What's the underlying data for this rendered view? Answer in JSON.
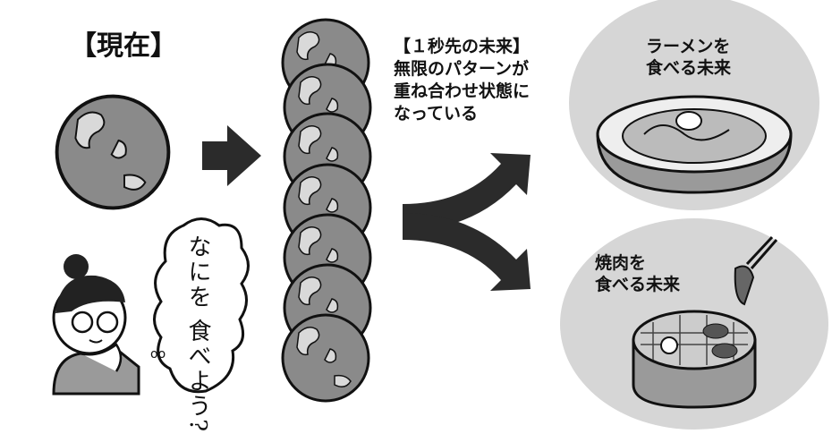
{
  "present_label": "【現在】",
  "future_description": {
    "line1": "【１秒先の未来】",
    "line2": "無限のパターンが",
    "line3": "重ね合わせ状態に",
    "line4": "なっている"
  },
  "outcomes": [
    {
      "line1": "ラーメンを",
      "line2": "食べる未来"
    },
    {
      "line1": "焼肉を",
      "line2": "食べる未来"
    }
  ],
  "thought_bubble": {
    "line1": "なにを",
    "line2": "食べよう?"
  },
  "colors": {
    "globe": "#8a8a8a",
    "land": "#d9d9d9",
    "outcome_bg": "#d6d6d6",
    "arrow": "#2b2b2b"
  }
}
